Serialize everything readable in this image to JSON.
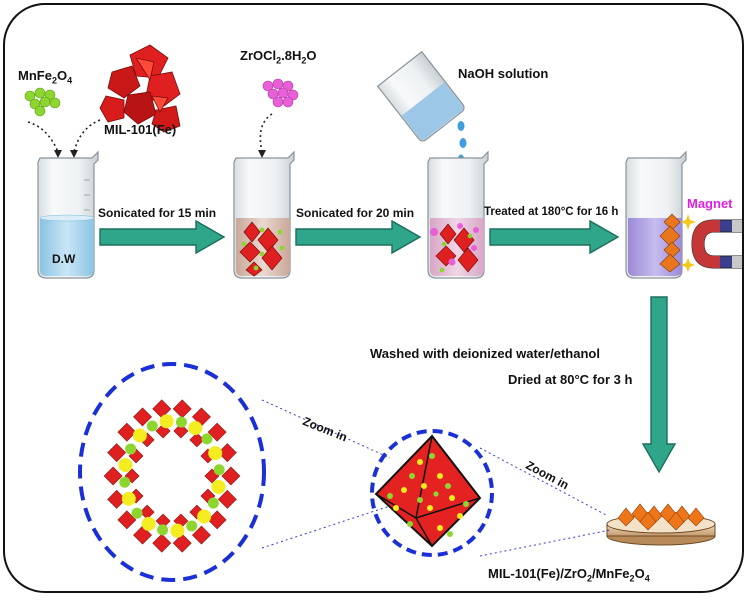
{
  "labels": {
    "mnfe2o4_a": "MnFe",
    "mnfe2o4_b": "2",
    "mnfe2o4_c": "O",
    "mnfe2o4_d": "4",
    "mil101": "MIL-101(Fe)",
    "zr_a": "ZrOCl",
    "zr_b": "2",
    "zr_c": ".8H",
    "zr_d": "2",
    "zr_e": "O",
    "naoh": "NaOH solution",
    "dw": "D.W",
    "magnet": "Magnet",
    "step1": "Sonicated for 15 min",
    "step2": "Sonicated for 20 min",
    "step3": "Treated at 180°C for 16 h",
    "wash": "Washed with deionized water/ethanol",
    "dry": "Dried at 80°C for 3 h",
    "zoom1": "Zoom in",
    "zoom2": "Zoom in",
    "product_a": "MIL-101(Fe)/ZrO",
    "product_b": "2",
    "product_c": "/MnFe",
    "product_d": "2",
    "product_e": "O",
    "product_f": "4"
  },
  "colors": {
    "arrow": "#2fa58a",
    "arrow_edge": "#1d6e5c",
    "mof_red": "#e02020",
    "mnfe2o4_green": "#8dd630",
    "zr_pink": "#e85fd8",
    "water_blue": "#a9d6ef",
    "zoom_circle": "#1a2fd6",
    "magnet_label": "#e020e0",
    "yellow_particle": "#f2ec20"
  }
}
